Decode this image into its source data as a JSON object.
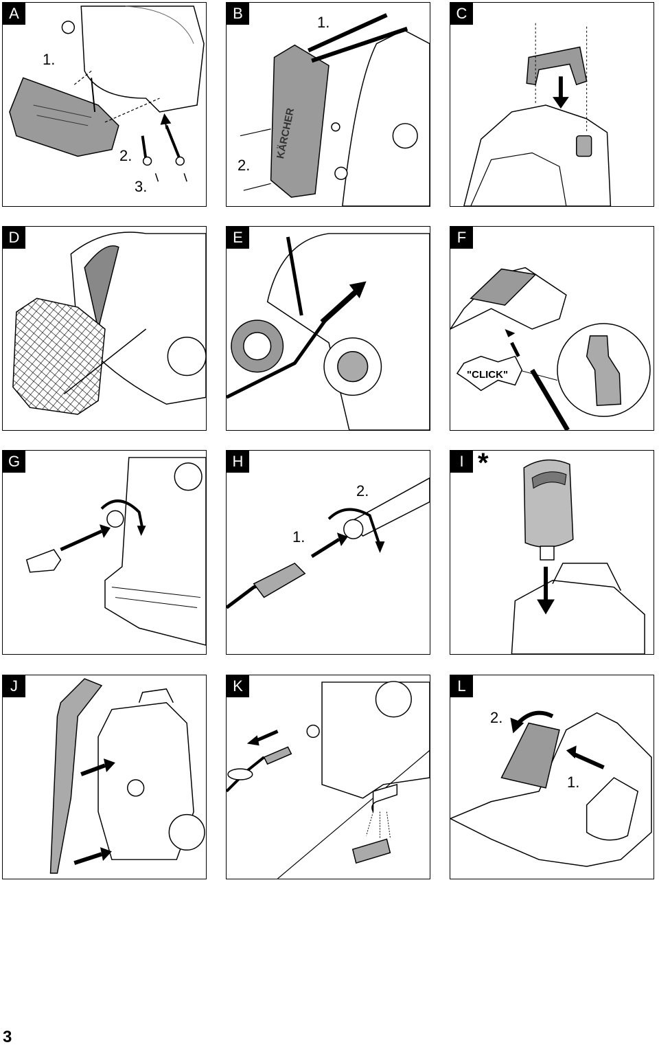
{
  "page": {
    "number": "3"
  },
  "panels": [
    {
      "id": "A",
      "steps": [
        "1.",
        "2.",
        "3."
      ]
    },
    {
      "id": "B",
      "steps": [
        "1.",
        "2."
      ],
      "brand": "KÄRCHER"
    },
    {
      "id": "C"
    },
    {
      "id": "D"
    },
    {
      "id": "E"
    },
    {
      "id": "F",
      "callout": "\"CLICK\""
    },
    {
      "id": "G"
    },
    {
      "id": "H",
      "steps": [
        "1.",
        "2."
      ]
    },
    {
      "id": "I",
      "marker": "*"
    },
    {
      "id": "J"
    },
    {
      "id": "K"
    },
    {
      "id": "L",
      "steps": [
        "1.",
        "2."
      ]
    }
  ],
  "icons": [
    "screw-icon",
    "arrow-icon",
    "rotate-arrow-icon",
    "water-tap-icon",
    "detergent-bottle-icon",
    "hose-icon",
    "spray-gun-icon"
  ]
}
